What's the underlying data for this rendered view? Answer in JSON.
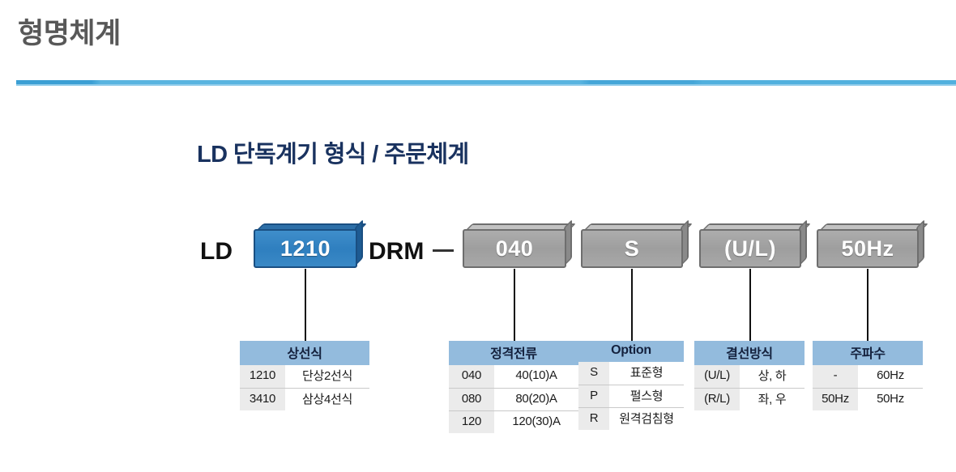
{
  "header": {
    "title": "형명체계",
    "rule_color": "#4aa8da"
  },
  "section": {
    "subtitle": "LD 단독계기 형식 / 주문체계",
    "subtitle_color": "#19325f"
  },
  "code_line": {
    "prefix_label": "LD",
    "model_box": "1210",
    "series_label": "DRM",
    "separator": "—",
    "current_box": "040",
    "option_box": "S",
    "wiring_box": "(U/L)",
    "frequency_box": "50Hz",
    "blue_box_color": "#2f7fbf",
    "gray_box_color": "#9e9e9e"
  },
  "tables": [
    {
      "name": "phase-wire",
      "header": "상선식",
      "rows": [
        {
          "code": "1210",
          "desc": "단상2선식"
        },
        {
          "code": "3410",
          "desc": "삼상4선식"
        }
      ]
    },
    {
      "name": "rated-current",
      "header": "정격전류",
      "rows": [
        {
          "code": "040",
          "desc": "40(10)A"
        },
        {
          "code": "080",
          "desc": "80(20)A"
        },
        {
          "code": "120",
          "desc": "120(30)A"
        }
      ]
    },
    {
      "name": "option",
      "header": "Option",
      "rows": [
        {
          "code": "S",
          "desc": "표준형"
        },
        {
          "code": "P",
          "desc": "펄스형"
        },
        {
          "code": "R",
          "desc": "원격검침형"
        }
      ]
    },
    {
      "name": "wiring-method",
      "header": "결선방식",
      "rows": [
        {
          "code": "(U/L)",
          "desc": "상, 하"
        },
        {
          "code": "(R/L)",
          "desc": "좌, 우"
        }
      ]
    },
    {
      "name": "frequency",
      "header": "주파수",
      "rows": [
        {
          "code": "-",
          "desc": "60Hz"
        },
        {
          "code": "50Hz",
          "desc": "50Hz"
        }
      ]
    }
  ]
}
